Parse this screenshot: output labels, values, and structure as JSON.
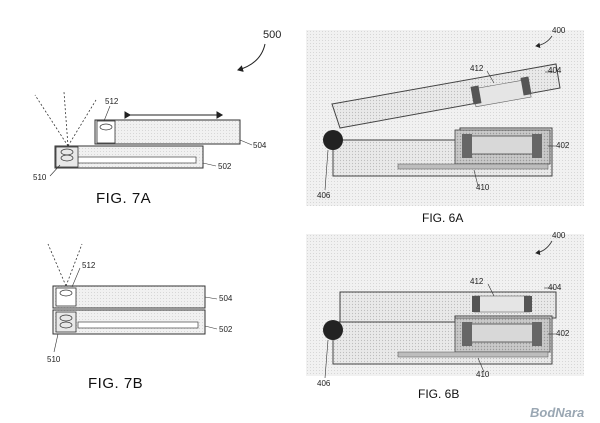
{
  "figure_ref": "500",
  "fig7a": {
    "caption": "FIG. 7A",
    "labels": {
      "l512": "512",
      "l504": "504",
      "l502": "502",
      "l510": "510"
    }
  },
  "fig7b": {
    "caption": "FIG. 7B",
    "labels": {
      "l512": "512",
      "l504": "504",
      "l502": "502",
      "l510": "510"
    }
  },
  "fig6a": {
    "caption": "FIG. 6A",
    "labels": {
      "l400": "400",
      "l412": "412",
      "l404": "404",
      "l402": "402",
      "l406": "406",
      "l410": "410"
    }
  },
  "fig6b": {
    "caption": "FIG. 6B",
    "labels": {
      "l400": "400",
      "l412": "412",
      "l404": "404",
      "l402": "402",
      "l406": "406",
      "l410": "410"
    }
  },
  "watermark": "BodNara"
}
